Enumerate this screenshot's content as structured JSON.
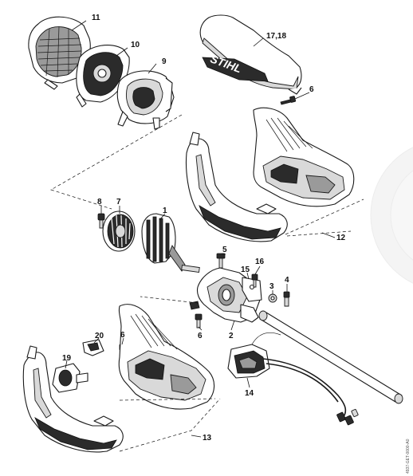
{
  "diagram": {
    "callouts": [
      "11",
      "10",
      "9",
      "17,18",
      "6",
      "12",
      "8",
      "7",
      "1",
      "5",
      "16",
      "15",
      "3",
      "4",
      "6",
      "2",
      "20",
      "6",
      "19",
      "14",
      "13"
    ],
    "housing_logo": "STIHL",
    "document_id": "4937-GET-0000-A0"
  }
}
